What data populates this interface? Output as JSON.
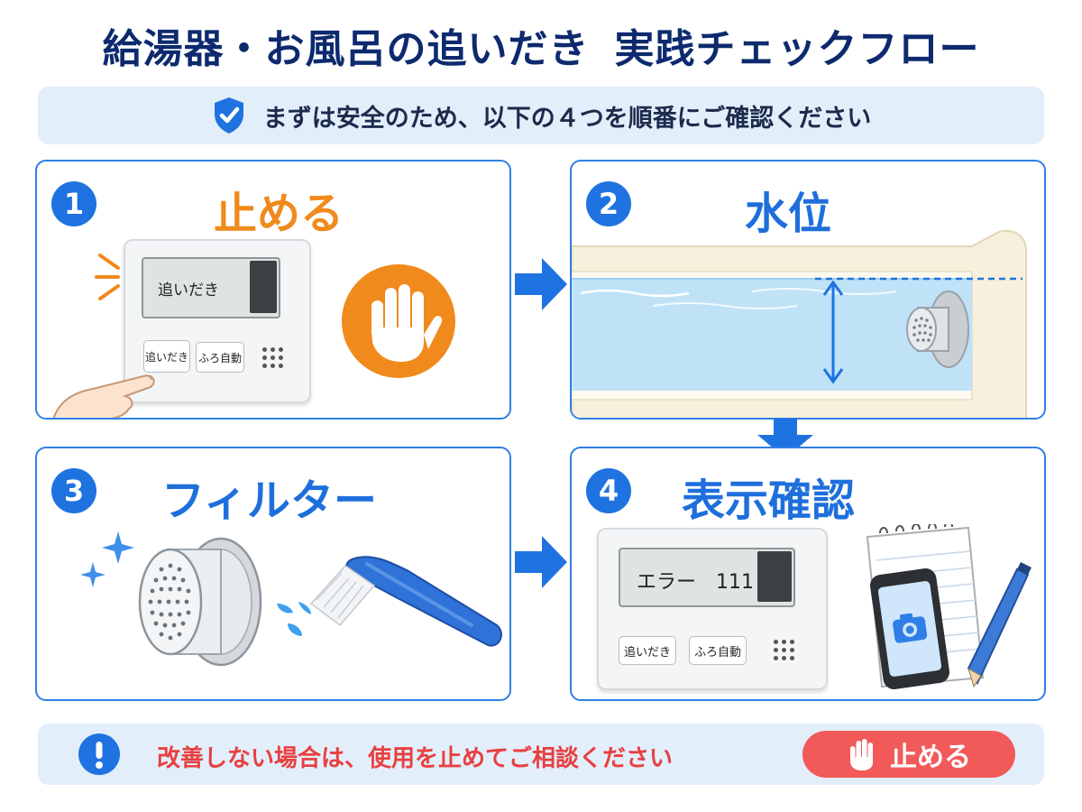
{
  "title": {
    "part1": "給湯器・お風呂の追いだき",
    "part2": "実践チェックフロー"
  },
  "banner": {
    "text": "まずは安全のため、以下の４つを順番にご確認ください",
    "icon": "shield-check-icon"
  },
  "steps": [
    {
      "number": "1",
      "title": "止める",
      "display": "追いだき",
      "buttons": [
        "追いだき",
        "ふろ自動"
      ]
    },
    {
      "number": "2",
      "title": "水位"
    },
    {
      "number": "3",
      "title": "フィルター"
    },
    {
      "number": "4",
      "title": "表示確認",
      "display": "エラー　111",
      "buttons": [
        "追いだき",
        "ふろ自動"
      ]
    }
  ],
  "footer": {
    "text": "改善しない場合は、使用を止めてご相談ください",
    "button_label": "止める",
    "icon": "exclamation-icon"
  },
  "colors": {
    "navy": "#0d2a6e",
    "blue": "#1e73e0",
    "orange": "#f08a1c",
    "red": "#f25a5a",
    "panel_border": "#2f7fe6",
    "banner_bg": "#e3eefb"
  }
}
